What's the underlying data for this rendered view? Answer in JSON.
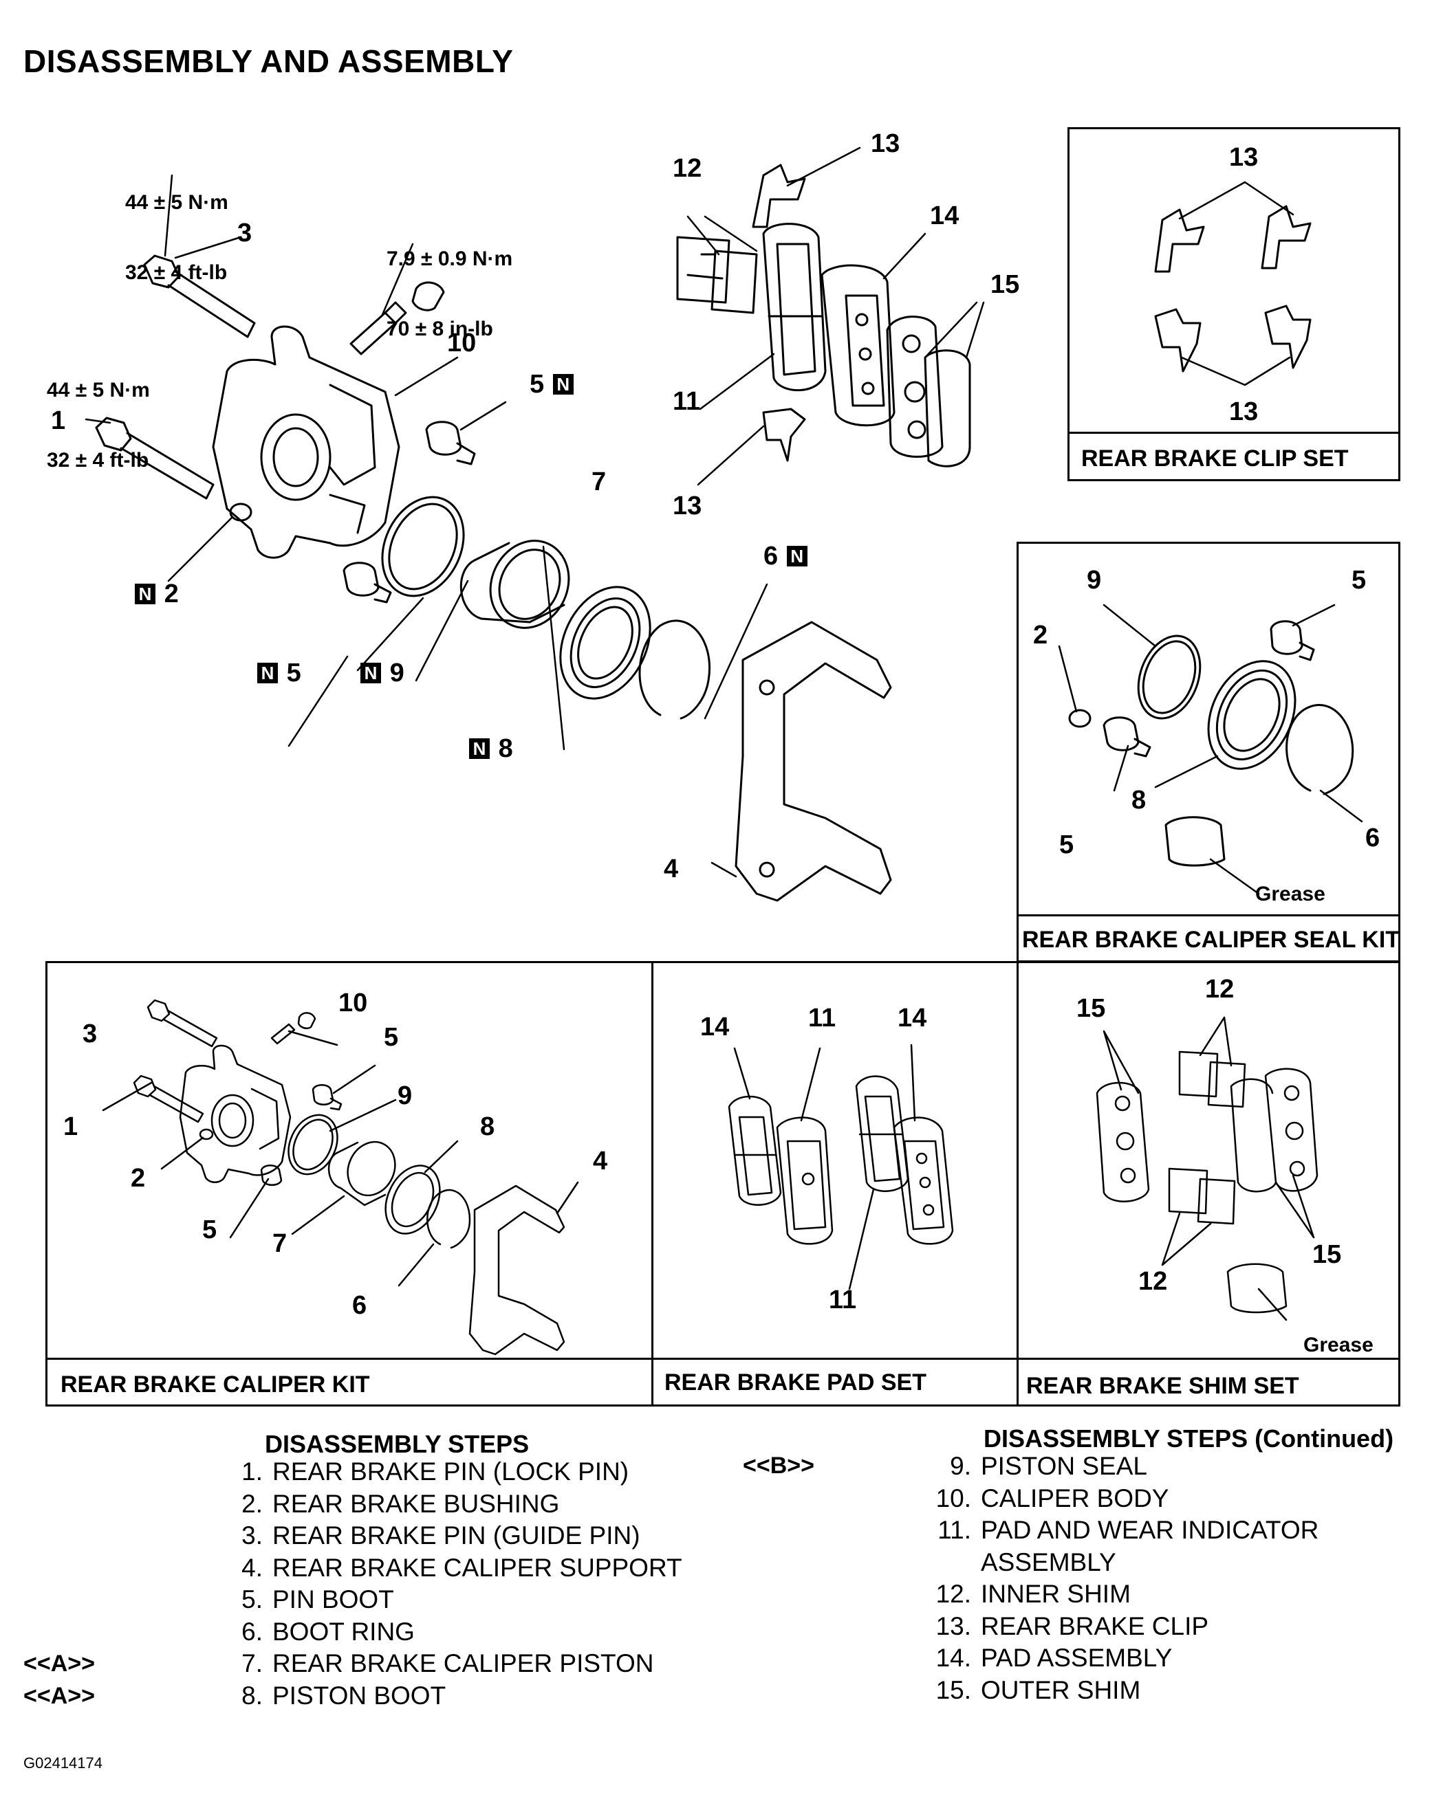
{
  "title": "DISASSEMBLY AND ASSEMBLY",
  "figure_id": "G02414174",
  "torque": {
    "pin3_nm": "44 ± 5 N·m",
    "pin3_ftlb": "32 ± 4 ft-lb",
    "bleeder_nm": "7.9 ± 0.9 N·m",
    "bleeder_inlb": "70 ± 8 in-lb",
    "pin1_nm": "44 ± 5 N·m",
    "pin1_ftlb": "32 ± 4 ft-lb"
  },
  "n_badge": "N",
  "grease_label": "Grease",
  "main_callouts": {
    "c1": "1",
    "c2": "2",
    "c3": "3",
    "c4": "4",
    "c5a": "5",
    "c5b": "5",
    "c6": "6",
    "c7": "7",
    "c8": "8",
    "c9": "9",
    "c10": "10",
    "c11": "11",
    "c12": "12",
    "c13a": "13",
    "c13b": "13",
    "c14": "14",
    "c15": "15"
  },
  "clip_set": {
    "caption": "REAR BRAKE CLIP SET",
    "c13a": "13",
    "c13b": "13"
  },
  "seal_kit": {
    "caption": "REAR BRAKE CALIPER SEAL KIT",
    "c9": "9",
    "c5a": "5",
    "c2": "2",
    "c8": "8",
    "c5b": "5",
    "c6": "6"
  },
  "caliper_kit": {
    "caption": "REAR BRAKE CALIPER KIT",
    "c3": "3",
    "c10": "10",
    "c5": "5",
    "c9": "9",
    "c1": "1",
    "c8": "8",
    "c2": "2",
    "c4": "4",
    "c5b": "5",
    "c7": "7",
    "c6": "6"
  },
  "pad_set": {
    "caption": "REAR BRAKE PAD SET",
    "c14a": "14",
    "c11a": "11",
    "c14b": "14",
    "c11b": "11"
  },
  "shim_set": {
    "caption": "REAR BRAKE SHIM SET",
    "c15a": "15",
    "c12a": "12",
    "c15b": "15",
    "c12b": "12"
  },
  "steps_left": {
    "heading": "DISASSEMBLY STEPS",
    "items": [
      {
        "num": "1.",
        "text": "REAR BRAKE PIN (LOCK PIN)",
        "tag": ""
      },
      {
        "num": "2.",
        "text": "REAR BRAKE BUSHING",
        "tag": ""
      },
      {
        "num": "3.",
        "text": "REAR BRAKE PIN (GUIDE PIN)",
        "tag": ""
      },
      {
        "num": "4.",
        "text": "REAR BRAKE CALIPER SUPPORT",
        "tag": ""
      },
      {
        "num": "5.",
        "text": "PIN BOOT",
        "tag": ""
      },
      {
        "num": "6.",
        "text": "BOOT RING",
        "tag": ""
      },
      {
        "num": "7.",
        "text": "REAR BRAKE CALIPER PISTON",
        "tag": "<<A>>"
      },
      {
        "num": "8.",
        "text": "PISTON BOOT",
        "tag": "<<A>>"
      }
    ]
  },
  "steps_right": {
    "heading": "DISASSEMBLY STEPS (Continued)",
    "tag_b": "<<B>>",
    "items": [
      {
        "num": "9.",
        "text": "PISTON SEAL"
      },
      {
        "num": "10.",
        "text": "CALIPER BODY"
      },
      {
        "num": "11.",
        "text": "PAD AND WEAR INDICATOR"
      },
      {
        "num": "",
        "text": "ASSEMBLY"
      },
      {
        "num": "12.",
        "text": "INNER SHIM"
      },
      {
        "num": "13.",
        "text": "REAR BRAKE CLIP"
      },
      {
        "num": "14.",
        "text": "PAD ASSEMBLY"
      },
      {
        "num": "15.",
        "text": "OUTER SHIM"
      }
    ]
  }
}
